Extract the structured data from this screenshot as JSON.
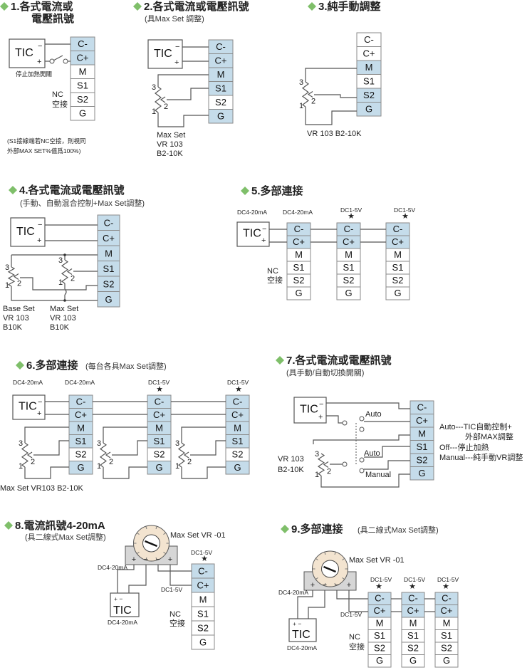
{
  "colors": {
    "terminal_active": "#c5dcea",
    "terminal_idle": "#ffffff",
    "terminal_border": "#8a8a8a",
    "bullet": "#7fbf6a",
    "dial_face": "#f3e4d0",
    "meter_body": "#d6d6d6"
  },
  "terminals": [
    "C-",
    "C+",
    "M",
    "S1",
    "S2",
    "G"
  ],
  "common": {
    "tic": "TIC",
    "plus": "+",
    "minus": "−",
    "nc": "NC",
    "nc_sub": "空接",
    "dc420": "DC4-20mA",
    "dc15": "DC1-5V",
    "star": "★",
    "pot_3": "3",
    "pot_2": "2",
    "pot_1": "1"
  },
  "sections": [
    {
      "id": "s1",
      "num": "1.",
      "title": "各式電流或",
      "title2": "電壓訊號",
      "active": [
        "C-",
        "C+"
      ],
      "switch_label": "停止加熱開關",
      "note1": "(S1接線端若NC空接，則視同",
      "note2": "外部MAX SET%值爲100%)"
    },
    {
      "id": "s2",
      "num": "2.",
      "title": "各式電流或電壓訊號",
      "subtitle": "(具Max Set 調整)",
      "active": [
        "C-",
        "C+",
        "M",
        "S1",
        "G"
      ],
      "vr": [
        "Max Set",
        "VR 103",
        "B2-10K"
      ]
    },
    {
      "id": "s3",
      "num": "3.",
      "title": "純手動調整",
      "active": [
        "M",
        "S2",
        "G"
      ],
      "vr": "VR 103  B2-10K"
    },
    {
      "id": "s4",
      "num": "4.",
      "title": "各式電流或電壓訊號",
      "subtitle": "(手動、自動混合控制+Max Set調整)",
      "active": [
        "C-",
        "C+",
        "M",
        "S1",
        "S2",
        "G"
      ],
      "vr_a": [
        "Base Set",
        "VR 103",
        "B10K"
      ],
      "vr_b": [
        "Max Set",
        "VR 103",
        "B10K"
      ]
    },
    {
      "id": "s5",
      "num": "5.",
      "title": "多部連接",
      "active": [
        "C-",
        "C+"
      ],
      "labels": [
        "DC4-20mA",
        "DC4-20mA",
        "DC1-5V",
        "DC1-5V"
      ]
    },
    {
      "id": "s6",
      "num": "6.",
      "title": "多部連接",
      "subtitle": "(每台各具Max Set調整)",
      "active": [
        "C-",
        "C+",
        "M",
        "S1",
        "G"
      ],
      "labels": [
        "DC4-20mA",
        "DC4-20mA",
        "DC1-5V",
        "DC1-5V"
      ],
      "vr": "Max Set  VR103  B2-10K"
    },
    {
      "id": "s7",
      "num": "7.",
      "title": "各式電流或電壓訊號",
      "subtitle": "(具手動/自動切換開關)",
      "active": [
        "C-",
        "C+",
        "M",
        "S1",
        "S2",
        "G"
      ],
      "auto": "Auto",
      "manual": "Manual",
      "vr": [
        "VR 103",
        "B2-10K"
      ],
      "legend": [
        "Auto---TIC自動控制+",
        "外部MAX調整",
        "Off---停止加熱",
        "Manual---純手動VR調整"
      ]
    },
    {
      "id": "s8",
      "num": "8.",
      "title": "電流訊號4-20mA",
      "subtitle": "(具二線式Max Set調整)",
      "active": [
        "C-",
        "C+"
      ],
      "meter": "Max Set  VR -01",
      "meter_pins": [
        "+",
        "−",
        "−",
        "+"
      ]
    },
    {
      "id": "s9",
      "num": "9.",
      "title": "多部連接",
      "subtitle": "(具二線式Max Set調整)",
      "active": [
        "C-",
        "C+"
      ],
      "meter": "Max Set   VR -01",
      "meter_pins": [
        "+",
        "−",
        "−",
        "+"
      ]
    }
  ]
}
